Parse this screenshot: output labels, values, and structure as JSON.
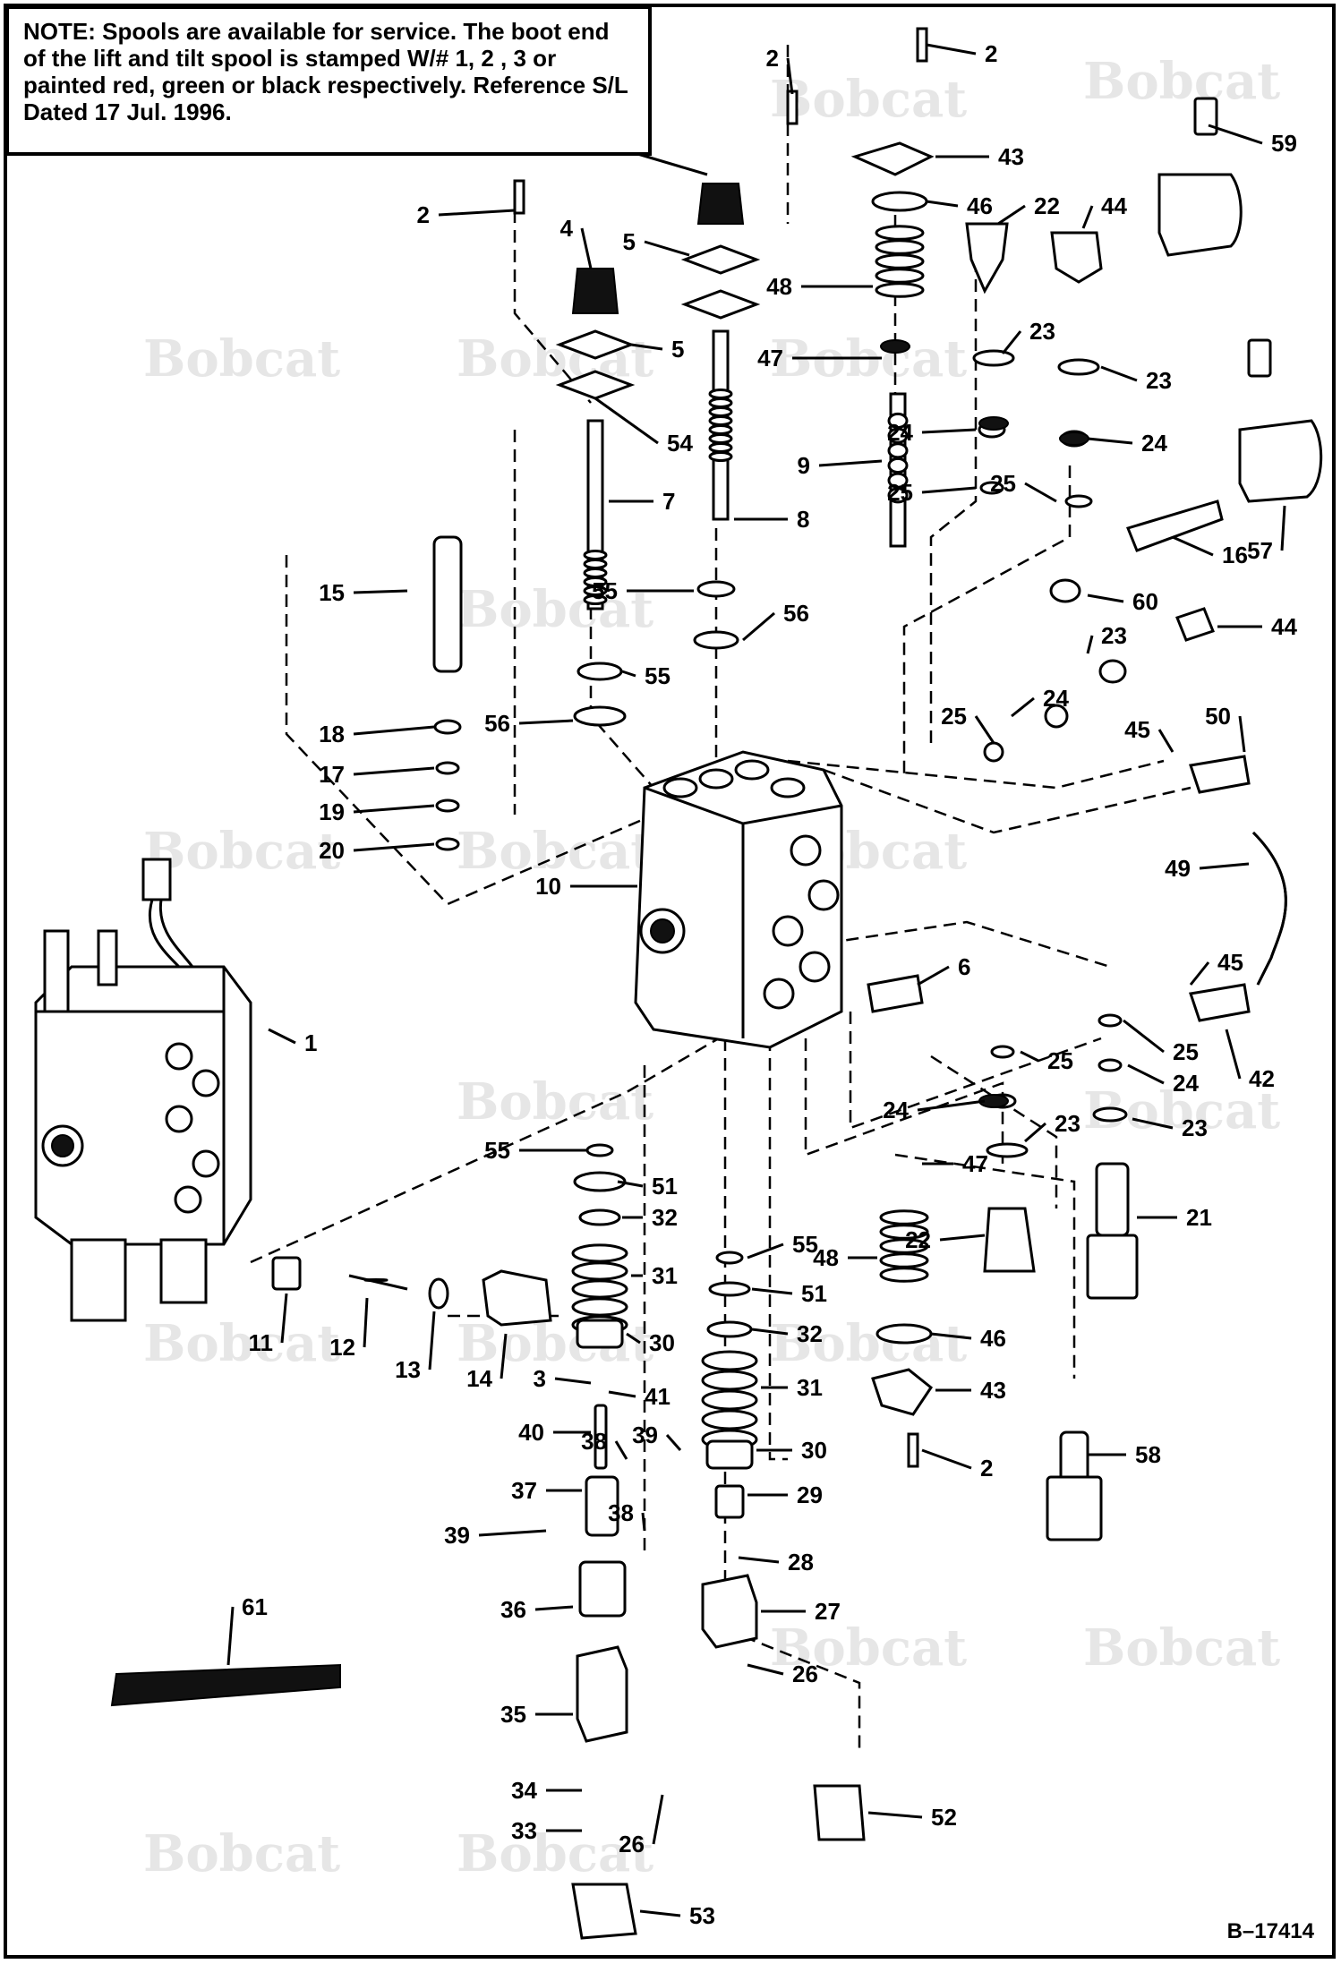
{
  "note": {
    "label": "NOTE:",
    "text": "Spools are available for service.  The boot end of the lift and tilt spool is stamped W/# 1, 2 , 3 or painted red, green or black respectively.  Reference S/L Dated 17 Jul. 1996."
  },
  "figure_id": "B–17414",
  "watermark": "Bobcat",
  "callouts": [
    "1",
    "2",
    "3",
    "4",
    "5",
    "6",
    "7",
    "8",
    "9",
    "10",
    "11",
    "12",
    "13",
    "14",
    "15",
    "16",
    "17",
    "18",
    "19",
    "20",
    "21",
    "22",
    "23",
    "24",
    "25",
    "26",
    "27",
    "28",
    "29",
    "30",
    "31",
    "32",
    "33",
    "34",
    "35",
    "36",
    "37",
    "38",
    "39",
    "40",
    "41",
    "42",
    "43",
    "44",
    "45",
    "46",
    "47",
    "48",
    "49",
    "50",
    "51",
    "52",
    "53",
    "54",
    "55",
    "56",
    "57",
    "58",
    "59",
    "60",
    "61"
  ]
}
